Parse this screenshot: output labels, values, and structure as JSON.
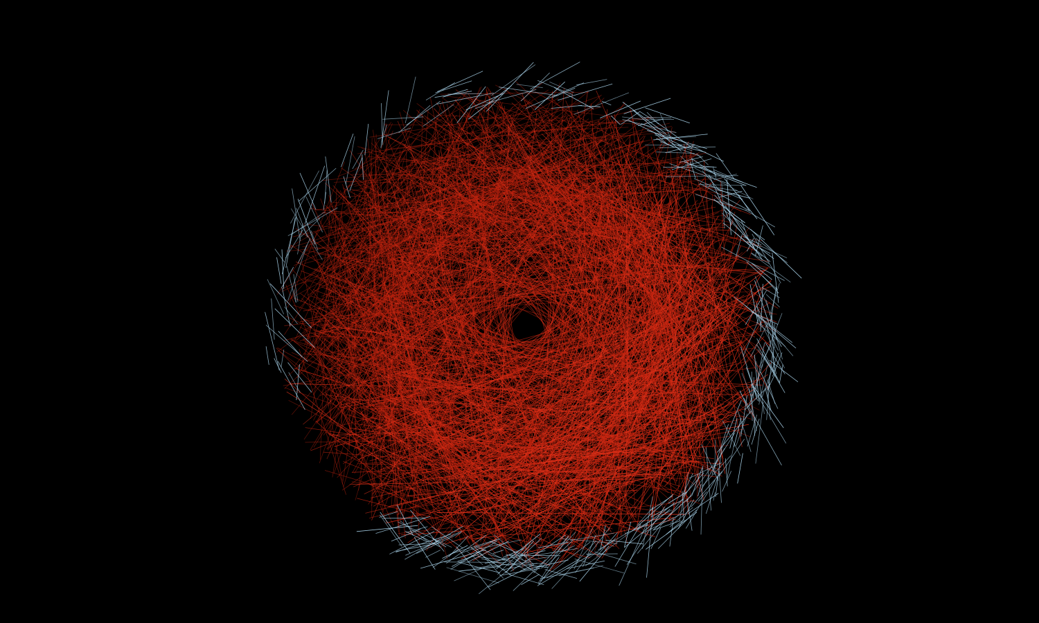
{
  "scene": {
    "background_color": "#000000",
    "inner_line_color": "#c0230f",
    "inner_line_highlight_color": "#e3321a",
    "outer_line_color": "#a9d3ea",
    "inner_line_count": 1400,
    "outer_line_count": 420,
    "random_seed": 20240611
  }
}
